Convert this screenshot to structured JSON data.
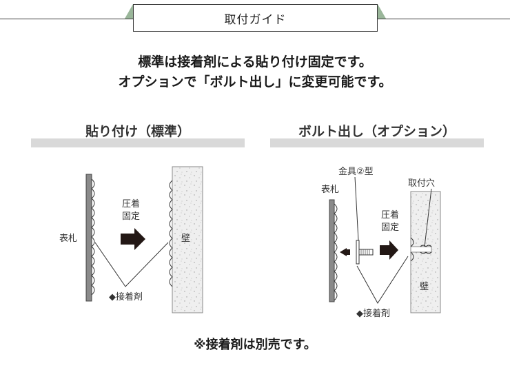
{
  "header": {
    "title": "取付ガイド"
  },
  "intro": {
    "line1": "標準は接着剤による貼り付け固定です。",
    "line2": "オプションで「ボルト出し」に変更可能です。"
  },
  "left_panel": {
    "title": "貼り付け（標準）",
    "label_plate": "表札",
    "label_pressure_1": "圧着",
    "label_pressure_2": "固定",
    "label_wall": "壁",
    "label_adhesive": "◆接着剤"
  },
  "right_panel": {
    "title": "ボルト出し（オプション）",
    "label_bracket": "金具②型",
    "label_plate": "表札",
    "label_hole": "取付穴",
    "label_pressure_1": "圧着",
    "label_pressure_2": "固定",
    "label_wall": "壁",
    "label_adhesive": "◆接着剤"
  },
  "footnote": "※接着剤は別売です。",
  "colors": {
    "accent_green": "#9ab69a",
    "plate_gray": "#8a8a8a",
    "wall_fill": "#efefef",
    "section_bar": "#d9d9d9",
    "arrow": "#231815"
  }
}
